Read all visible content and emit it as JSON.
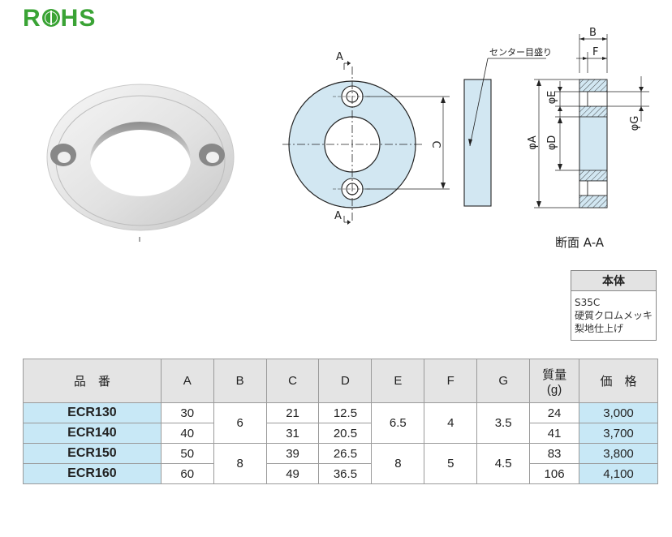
{
  "logo": {
    "text": "RoHS"
  },
  "drawing": {
    "section_label_a_top": "A",
    "section_label_a_bottom": "A",
    "dim_c": "C",
    "center_mark_note": "センター目盛り",
    "dim_b": "B",
    "dim_f": "F",
    "dim_a": "φA",
    "dim_e": "φE",
    "dim_d": "φD",
    "dim_g": "φG"
  },
  "section_label": "断面 A-A",
  "material": {
    "header": "本体",
    "lines": [
      "S35C",
      "硬質クロムメッキ",
      "梨地仕上げ"
    ]
  },
  "colors": {
    "part_fill": "#d2e7f2",
    "highlight_cell": "#c8e8f6",
    "header_bg": "#e4e4e4",
    "rohs_green": "#3aa335"
  },
  "table": {
    "headers": {
      "part_no": "品　番",
      "a": "A",
      "b": "B",
      "c": "C",
      "d": "D",
      "e": "E",
      "f": "F",
      "g": "G",
      "mass_1": "質量",
      "mass_2": "(g)",
      "price": "価　格"
    },
    "rows": [
      {
        "part_no": "ECR130",
        "a": "30",
        "c": "21",
        "d": "12.5",
        "mass": "24",
        "price": "3,000"
      },
      {
        "part_no": "ECR140",
        "a": "40",
        "c": "31",
        "d": "20.5",
        "mass": "41",
        "price": "3,700"
      },
      {
        "part_no": "ECR150",
        "a": "50",
        "c": "39",
        "d": "26.5",
        "mass": "83",
        "price": "3,800"
      },
      {
        "part_no": "ECR160",
        "a": "60",
        "c": "49",
        "d": "36.5",
        "mass": "106",
        "price": "4,100"
      }
    ],
    "groups": [
      {
        "b": "6",
        "e": "6.5",
        "f": "4",
        "g": "3.5"
      },
      {
        "b": "8",
        "e": "8",
        "f": "5",
        "g": "4.5"
      }
    ]
  }
}
